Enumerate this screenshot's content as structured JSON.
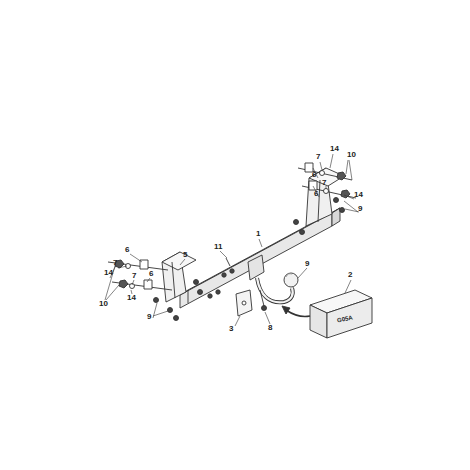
{
  "diagram": {
    "labels": [
      "14",
      "7",
      "10",
      "6",
      "7",
      "6",
      "14",
      "9",
      "1",
      "11",
      "5",
      "6",
      "7",
      "14",
      "9",
      "2",
      "7",
      "6",
      "14",
      "10",
      "9",
      "3",
      "8",
      "G05A"
    ]
  }
}
